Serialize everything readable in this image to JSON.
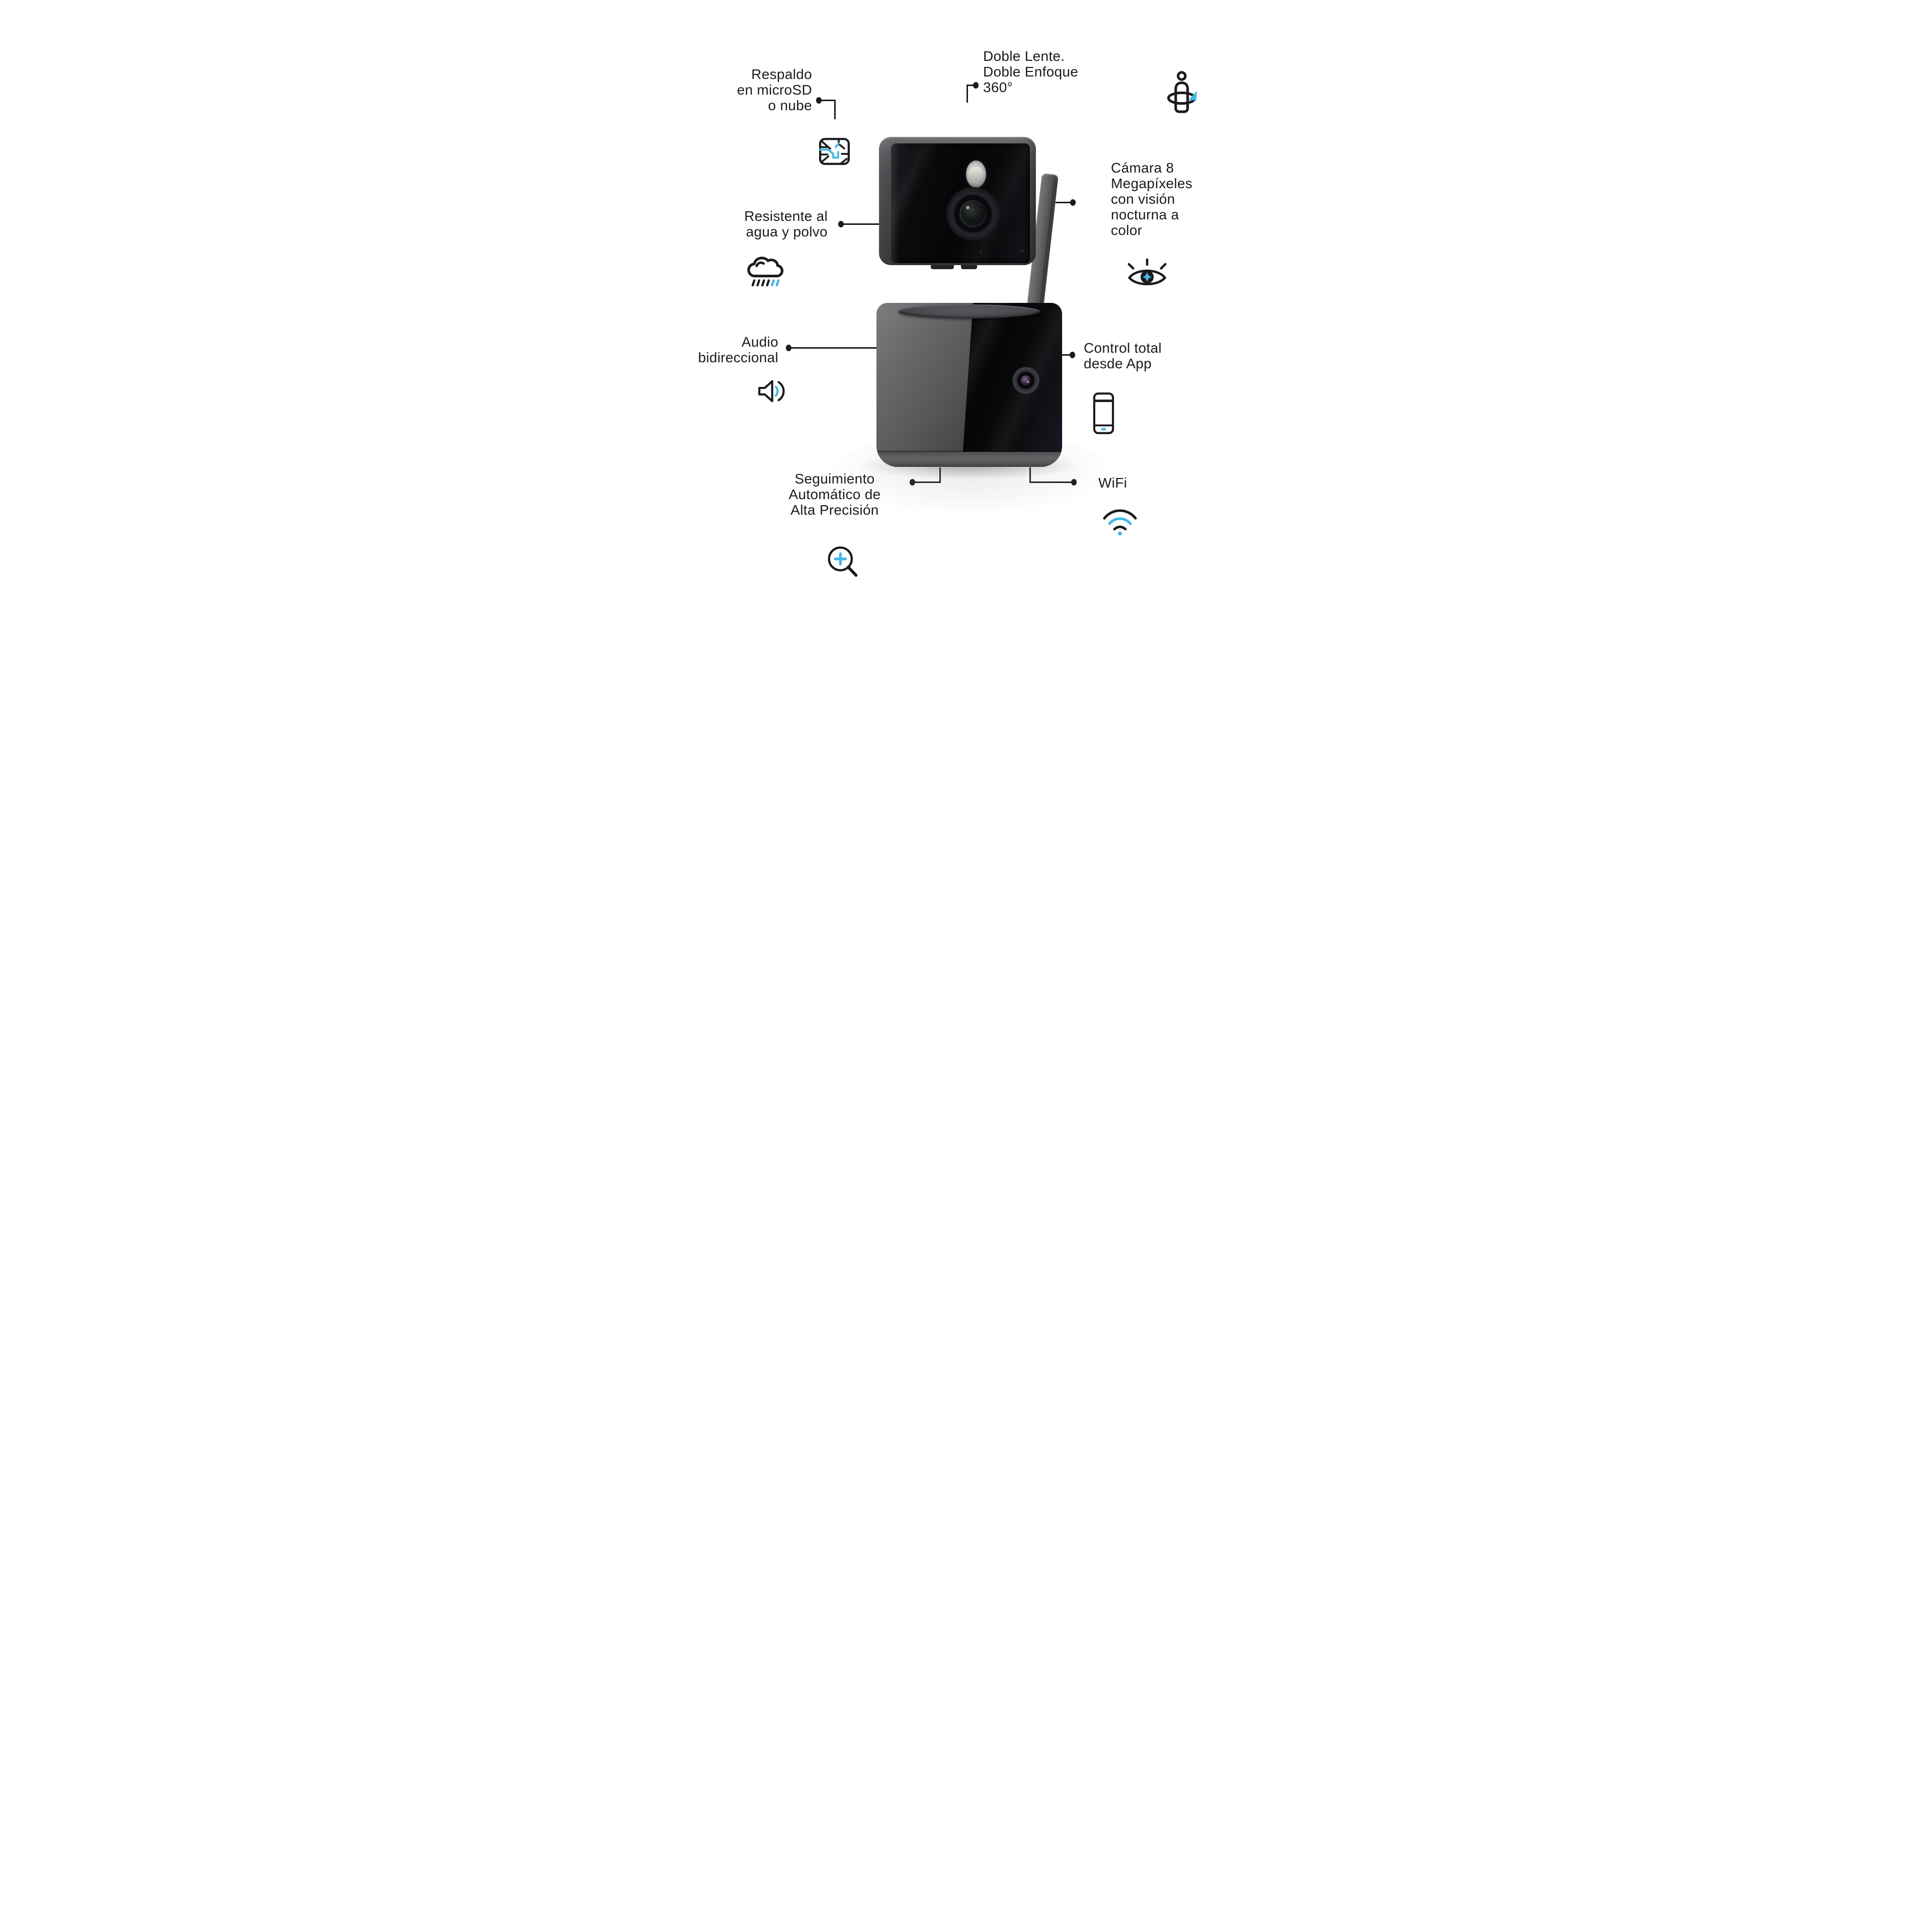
{
  "colors": {
    "accent": "#41b6e6",
    "ink": "#1b1b1d",
    "background": "#ffffff"
  },
  "callouts": {
    "respaldo": {
      "lines": [
        "Respaldo",
        "en microSD",
        "o nube"
      ],
      "icon": "microsd-chip-icon"
    },
    "doble_lente": {
      "lines": [
        "Doble Lente.",
        "Doble Enfoque",
        "360°"
      ],
      "icon": "person-rotate-360-icon"
    },
    "camara_8mp": {
      "lines": [
        "Cámara 8",
        "Megapíxeles",
        "con visión",
        "nocturna a",
        "color"
      ],
      "icon": "night-vision-eye-icon"
    },
    "resistente": {
      "lines": [
        "Resistente al",
        "agua y polvo"
      ],
      "icon": "rain-cloud-icon"
    },
    "audio": {
      "lines": [
        "Audio",
        "bidireccional"
      ],
      "icon": "speaker-sound-icon"
    },
    "control_app": {
      "lines": [
        "Control total",
        "desde App"
      ],
      "icon": "smartphone-icon"
    },
    "seguimiento": {
      "lines": [
        "Seguimiento",
        "Automático de",
        "Alta Precisión"
      ],
      "icon": "magnifier-zoom-plus-icon"
    },
    "wifi": {
      "lines": [
        "WiFi"
      ],
      "icon": "wifi-signal-icon"
    }
  }
}
